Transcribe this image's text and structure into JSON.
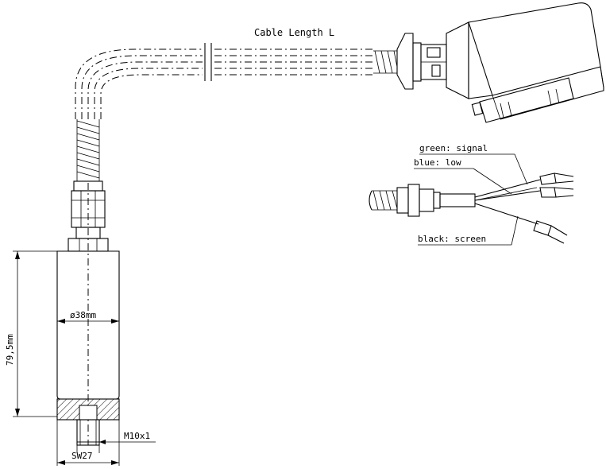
{
  "labels": {
    "cable_length": "Cable Length L",
    "green_signal": "green: signal",
    "blue_low": "blue: low",
    "black_screen": "black: screen",
    "diameter": "ø38mm",
    "height": "79,5mm",
    "thread": "M10x1",
    "wrench": "SW27"
  }
}
